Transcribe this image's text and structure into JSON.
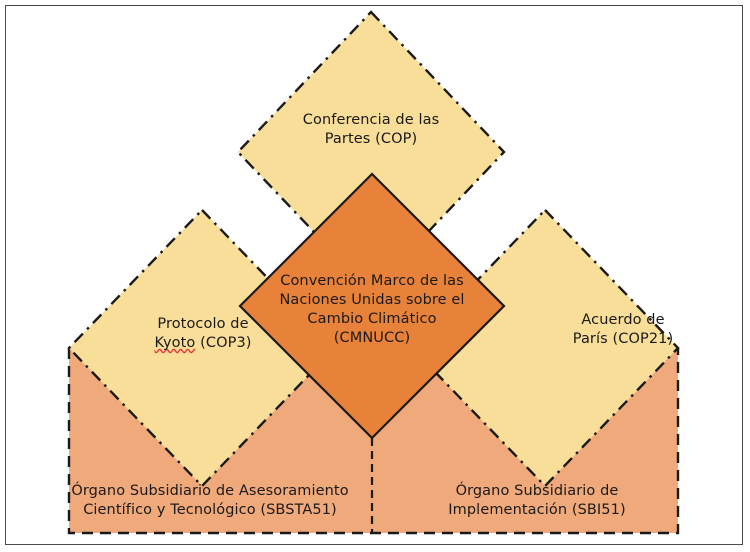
{
  "diagram": {
    "title_semantic": "estructura-institucional-cmnucc",
    "language": "es",
    "colors": {
      "diamond_fill": "#f9de9a",
      "center_fill": "#e8823a",
      "base_fill": "#f0a97b",
      "outline": "#1a1a1a",
      "frame_border": "#4a4a4a",
      "background": "#ffffff",
      "spellcheck_underline": "#e03a3a"
    },
    "nodes": {
      "top_diamond": {
        "label": "Conferencia de las\nPartes (COP)",
        "shape": "diamond",
        "fill": "#f9de9a",
        "border_style": "dash-dot"
      },
      "left_diamond": {
        "label": "Protocolo de\nKyoto (COP3)",
        "label_line1": "Protocolo de",
        "label_line2_word1": "Kyoto",
        "label_line2_rest": " (COP3)",
        "shape": "diamond",
        "fill": "#f9de9a",
        "border_style": "dash-dot"
      },
      "right_diamond": {
        "label": "Acuerdo de\nParís (COP21)",
        "shape": "diamond",
        "fill": "#f9de9a",
        "border_style": "dash-dot"
      },
      "center_diamond": {
        "label": "Convención Marco de las\nNaciones Unidas sobre el\nCambio Climático\n(CMNUCC)",
        "shape": "diamond",
        "fill": "#e8823a",
        "border_style": "solid"
      },
      "base_left": {
        "label": "Órgano Subsidiario de Asesoramiento\nCientífico y Tecnológico (SBSTA51)",
        "shape": "pentagon-half",
        "fill": "#f0a97b",
        "border_style": "dashed"
      },
      "base_right": {
        "label": "Órgano Subsidiario de\nImplementación (SBI51)",
        "shape": "pentagon-half",
        "fill": "#f0a97b",
        "border_style": "dashed"
      }
    }
  }
}
